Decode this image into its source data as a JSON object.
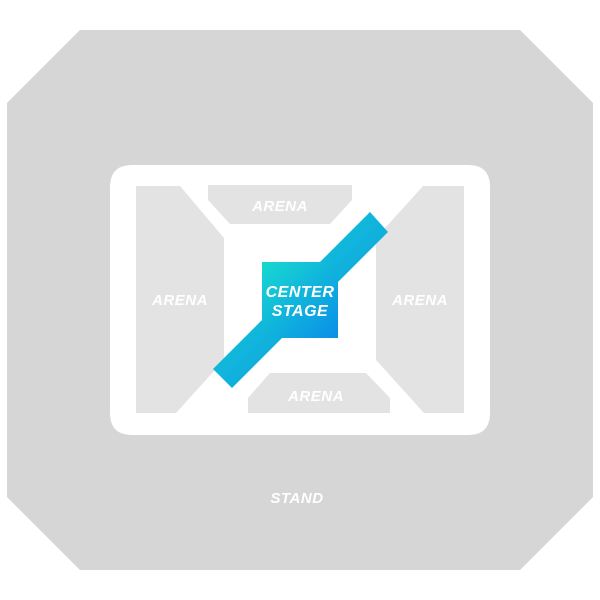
{
  "sections": {
    "stand": {
      "label": "STAND"
    },
    "arena_top": {
      "label": "ARENA"
    },
    "arena_left": {
      "label": "ARENA"
    },
    "arena_right": {
      "label": "ARENA"
    },
    "arena_bottom": {
      "label": "ARENA"
    },
    "center_stage": {
      "line1": "CENTER",
      "line2": "STAGE"
    }
  },
  "colors": {
    "stand": "#d6d6d6",
    "floor": "#ffffff",
    "arena": "#e3e3e3",
    "stage_start": "#17d9d0",
    "stage_end": "#0a8ee8",
    "label": "#ffffff"
  }
}
